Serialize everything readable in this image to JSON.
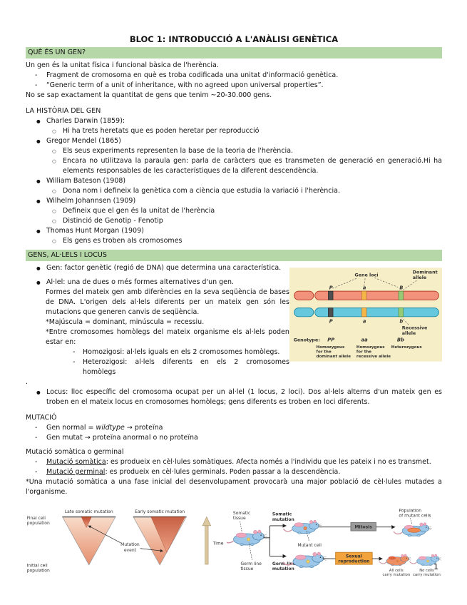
{
  "title": "BLOC 1: INTRODUCCIÓ A L'ANÀLISI GENÈTICA",
  "page": {
    "number": "1"
  },
  "colors": {
    "section_bar_green": "#b6d7a8",
    "figure_bg_cream": "#f6eec6",
    "chromosome_red": "#f2917c",
    "chromosome_blue": "#65c8dc",
    "locus_gray": "#4f4f4f",
    "locus_orange": "#f4b649",
    "locus_green": "#96ca74",
    "mitosis_box_gray": "#9a9a9a",
    "reproduction_box_orange": "#f2a33c"
  },
  "section1": {
    "header": "QUÈ ÉS UN GEN?",
    "intro": "Un gen és la unitat física i funcional bàsica de l'herència.",
    "dash_items": [
      "Fragment de cromosoma en què es troba codificada una unitat d'informació genètica.",
      "“Generic term of a unit of inheritance, with no agreed upon universal properties”."
    ],
    "outro": "No se sap exactament la quantitat de gens que tenim ~20-30.000 gens."
  },
  "historia": {
    "heading": "LA HISTÒRIA DEL GEN",
    "entries": [
      {
        "name": "Charles Darwin (1859):",
        "subs": [
          "Hi ha trets heretats que es poden heretar per reproducció"
        ]
      },
      {
        "name": "Gregor Mendel (1865)",
        "subs": [
          "Els seus experiments representen la base de la teoria de l'herència.",
          "Encara no utilitzava la paraula gen: parla de caràcters que es transmeten de generació en generació.Hi ha elements responsables de les característiques de la diferent descendència."
        ]
      },
      {
        "name": "William Bateson (1908)",
        "subs": [
          "Dona nom i defineix la genètica com a ciència que estudia la variació i l'herència."
        ]
      },
      {
        "name": "Wilhelm Johannsen (1909)",
        "subs": [
          "Defineix que el gen és la unitat de l'herència",
          "Distinció de Genotip - Fenotip"
        ]
      },
      {
        "name": "Thomas Hunt Morgan (1909)",
        "subs": [
          "Els gens es troben als cromosomes"
        ]
      }
    ]
  },
  "section2": {
    "header": "GENS, AL·LELS I LOCUS",
    "gen_bullet": "Gen: factor genètic (regió de DNA) que determina una característica.",
    "allel_lead": "Al·lel: una de dues o més formes alternatives d'un gen.",
    "allel_para": "Formes del mateix gen amb diferències en la seva seqüència de bases de DNA.  L'origen dels al·lels diferents per un mateix gen són les mutacions que generen canvis de seqüència.",
    "note1": "*Majúscula = dominant, minúscula = recessiu.",
    "note2": "*Entre cromosomes homòlegs del mateix organisme els al·lels poden estar en:",
    "homo": "Homozigosi: al·lels iguals en els 2 cromosomes homòlegs.",
    "hetero": "Heterozigosi: al·lels diferents en els 2 cromosomes homòlegs",
    "stray": ".",
    "locus_bullet": "Locus: lloc específic del cromosoma ocupat per un al·lel (1 locus, 2 loci). Dos al·lels alterns d'un mateix gen es troben en el mateix locus en cromosomes homòlegs; gens diferents es troben en loci diferents."
  },
  "figure_loci": {
    "gene_loci": "Gene loci",
    "dominant": [
      "Dominant",
      "allele"
    ],
    "recessive": [
      "Recessive",
      "allele"
    ],
    "top_loci": [
      "P",
      "a",
      "B"
    ],
    "bottom_loci": [
      "P",
      "a",
      "b"
    ],
    "genotype_label": "Genotype:",
    "genotypes": [
      {
        "code": "PP",
        "desc": [
          "Homozygous",
          "for the",
          "dominant allele"
        ]
      },
      {
        "code": "aa",
        "desc": [
          "Homozygous",
          "for the",
          "recessive allele"
        ]
      },
      {
        "code": "Bb",
        "desc": [
          "Heterozygous"
        ]
      }
    ]
  },
  "mutacio": {
    "heading": "MUTACIÓ",
    "normal_pre": "Gen normal = ",
    "normal_it": "wildtype",
    "normal_post": " → proteïna",
    "mutat": "Gen mutat → proteïna anormal o no proteïna",
    "sub_heading": "Mutació somàtica o germinal",
    "somatica_label": "Mutació somàtica",
    "somatica_rest": ": es produeix en cèl·lules somàtiques. Afecta només a l'individu que les pateix i no es transmet.",
    "germinal_label": "Mutació germinal",
    "germinal_rest": ": es produeix en cèl·lules germinals. Poden passar a la descendència.",
    "note": "*Una mutació somàtica a una fase inicial del desenvolupament provocarà una major població de cèl·lules mutades a l'organisme."
  },
  "figure_triangles": {
    "late": "Late somatic mutation",
    "early": "Early somatic mutation",
    "final_pop": [
      "Final cell",
      "population"
    ],
    "initial_pop": [
      "Initial cell",
      "population"
    ],
    "mutation_event": [
      "Mutation",
      "event"
    ],
    "time": "Time"
  },
  "figure_mice": {
    "somatic_tissue": [
      "Somatic",
      "tissue"
    ],
    "germ_tissue": [
      "Germ line",
      "tissue"
    ],
    "somatic_mutation": [
      "Somatic",
      "mutation"
    ],
    "germ_mutation": [
      "Germ line",
      "mutation"
    ],
    "mutant_cell": "Mutant cell",
    "mitosis": "Mitosis",
    "sexual_repro": [
      "Sexual",
      "reproduction"
    ],
    "population": [
      "Population",
      "of mutant cells"
    ],
    "all_cells": [
      "All cells",
      "carry mutation"
    ],
    "no_cells": [
      "No cells",
      "carry mutation"
    ]
  }
}
